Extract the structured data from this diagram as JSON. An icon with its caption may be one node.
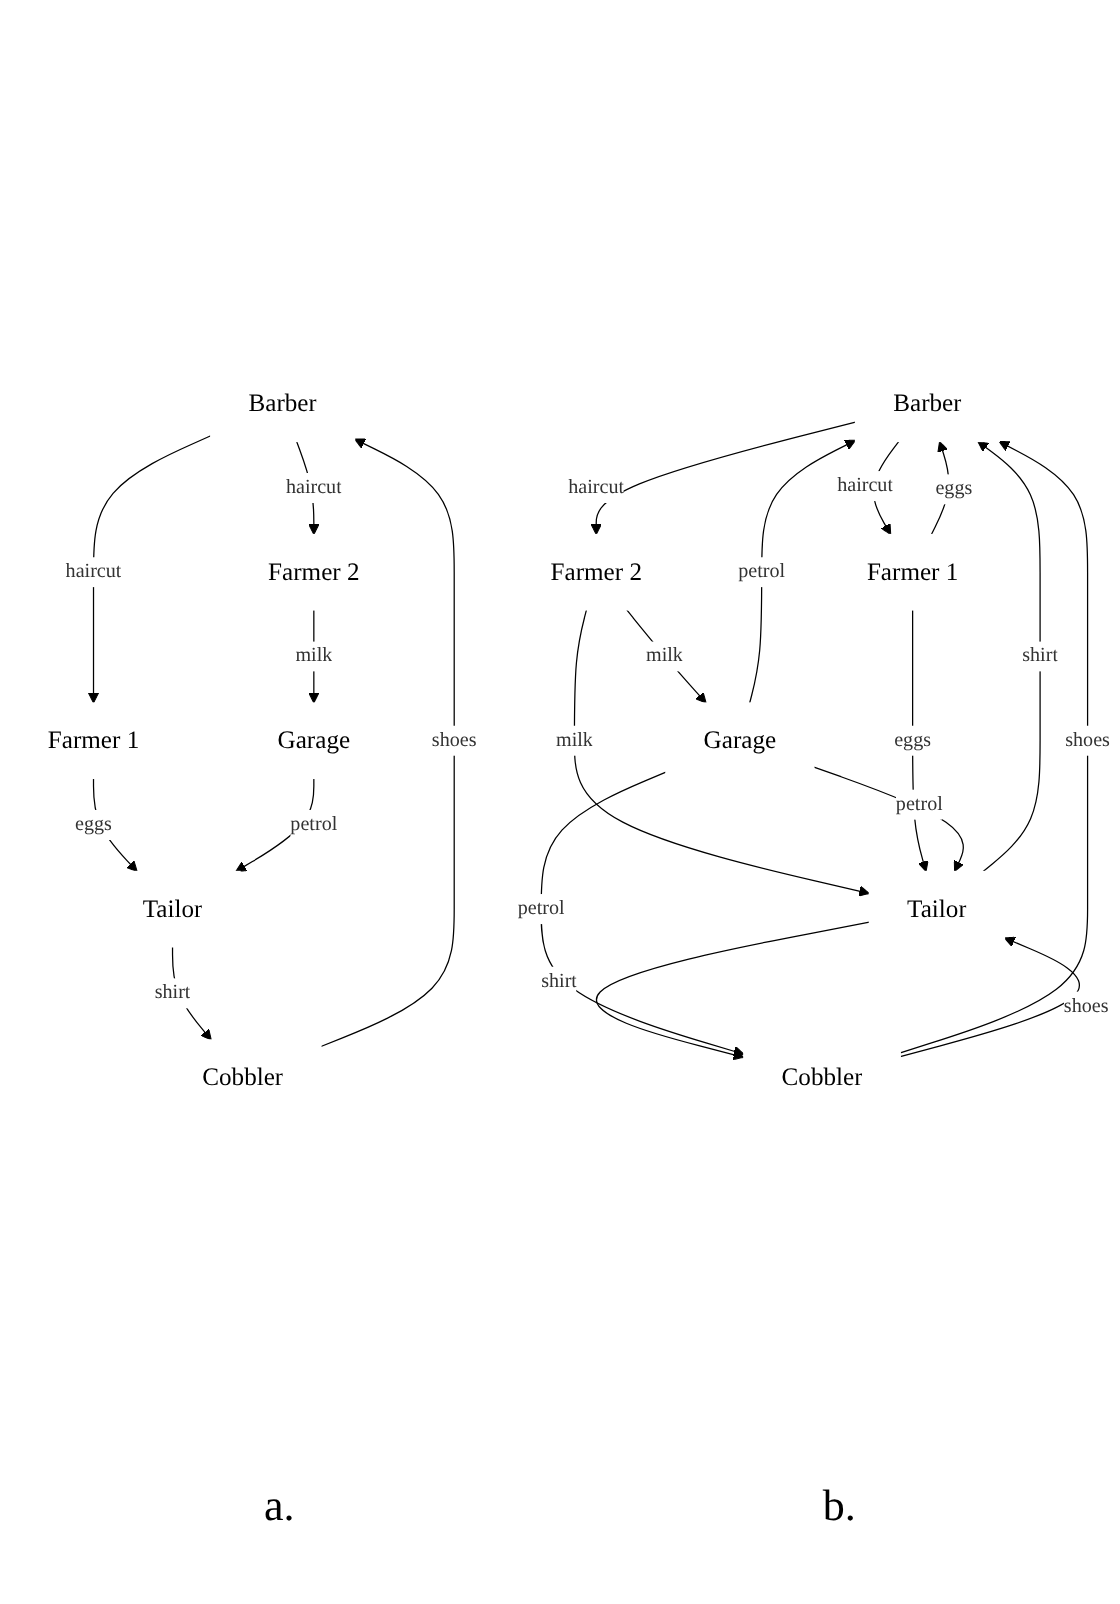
{
  "diagram": {
    "nodes": [
      {
        "text": [
          "Barber"
        ]
      },
      {
        "text": [
          "Farmer 2"
        ]
      },
      {
        "text": [
          "Cobbler"
        ]
      },
      {
        "text": [
          "Farmer 1"
        ]
      },
      {
        "text": [
          "Garage"
        ]
      },
      {
        "text": [
          "Tailor"
        ]
      },
      {
        "text": [
          "Barber"
        ]
      },
      {
        "text": [
          "Farmer 2"
        ]
      },
      {
        "text": [
          "Cobbler"
        ]
      },
      {
        "text": [
          "Farmer 1"
        ]
      },
      {
        "text": [
          "Garage"
        ]
      },
      {
        "text": [
          "Tailor"
        ]
      }
    ],
    "edges": [
      {
        "from": 0,
        "to": 1,
        "arrow": "to",
        "label": "haircut"
      },
      {
        "from": 0,
        "to": 3,
        "arrow": "to",
        "label": "haircut"
      },
      {
        "from": 1,
        "to": 4,
        "arrow": "to",
        "label": "milk"
      },
      {
        "from": 3,
        "to": 5,
        "arrow": "to",
        "label": "eggs"
      },
      {
        "from": 4,
        "to": 5,
        "arrow": "to",
        "label": "petrol"
      },
      {
        "from": 5,
        "to": 2,
        "arrow": "to",
        "label": "shirt"
      },
      {
        "from": 2,
        "to": 0,
        "arrow": "to",
        "label": "shoes"
      },
      {
        "from": 10,
        "to": 6,
        "arrow": "to",
        "label": "petrol"
      },
      {
        "from": 6,
        "to": 7,
        "arrow": "to",
        "label": "haircut"
      },
      {
        "from": 6,
        "to": 9,
        "arrow": "to",
        "label": "haircut"
      },
      {
        "from": 8,
        "to": 6,
        "arrow": "to",
        "label": "shoes"
      },
      {
        "from": 11,
        "to": 6,
        "arrow": "to",
        "label": "shirt"
      },
      {
        "from": 9,
        "to": 6,
        "arrow": "to",
        "label": "eggs"
      },
      {
        "from": 7,
        "to": 10,
        "arrow": "to",
        "label": "milk"
      },
      {
        "from": 7,
        "to": 11,
        "arrow": "to",
        "label": "milk"
      },
      {
        "from": 9,
        "to": 11,
        "arrow": "to",
        "label": "eggs"
      },
      {
        "from": 8,
        "to": 11,
        "arrow": "to",
        "label": "shoes"
      },
      {
        "from": 11,
        "to": 8,
        "arrow": "to",
        "label": "shirt"
      },
      {
        "from": 10,
        "to": 11,
        "arrow": "to",
        "label": "petrol"
      },
      {
        "from": 10,
        "to": 8,
        "arrow": "to",
        "label": "petrol"
      }
    ],
    "labels": [
      "a.",
      "b."
    ]
  }
}
